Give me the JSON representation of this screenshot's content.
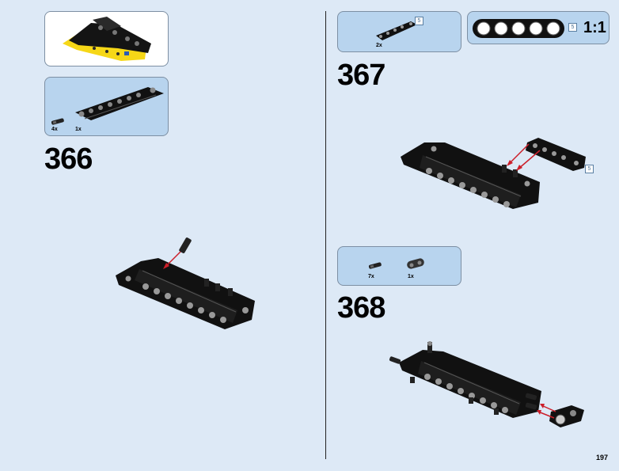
{
  "step_366": {
    "number": "366",
    "parts": [
      {
        "qty": "4x"
      },
      {
        "qty": "1x"
      }
    ]
  },
  "step_367": {
    "number": "367",
    "parts": [
      {
        "qty": "2x",
        "length": "5"
      }
    ],
    "scale": {
      "length": "5",
      "label": "1:1"
    },
    "callout_length": "5"
  },
  "step_368": {
    "number": "368",
    "parts": [
      {
        "qty": "7x"
      },
      {
        "qty": "1x"
      }
    ]
  },
  "page": {
    "number": "197"
  },
  "colors": {
    "background": "#dde9f6",
    "parts_box": "#b8d4ee",
    "arrow": "#cc1f2a",
    "part": "#111111"
  }
}
